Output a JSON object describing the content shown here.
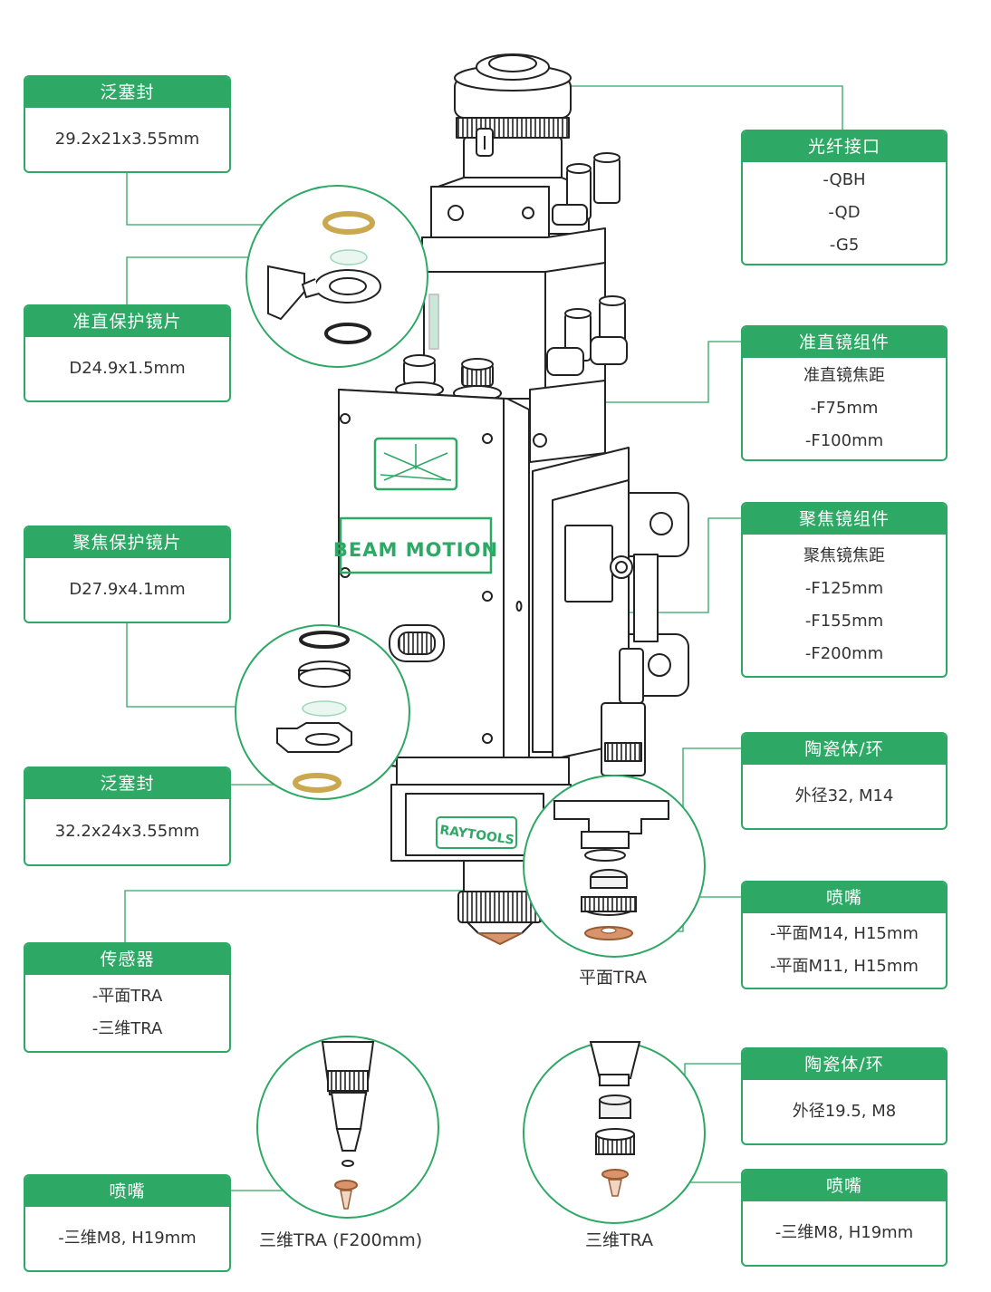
{
  "brand": {
    "panel_logo": "BEAM MOTION",
    "nozzle_logo": "RAYTOOLS"
  },
  "accent_color": "#2ea865",
  "cards": [
    {
      "id": "seal-top",
      "title": "泛塞封",
      "lines": [
        "29.2x21x3.55mm"
      ]
    },
    {
      "id": "collimator-lens",
      "title": "准直保护镜片",
      "lines": [
        "D24.9x1.5mm"
      ]
    },
    {
      "id": "focus-lens",
      "title": "聚焦保护镜片",
      "lines": [
        "D27.9x4.1mm"
      ]
    },
    {
      "id": "seal-bottom",
      "title": "泛塞封",
      "lines": [
        "32.2x24x3.55mm"
      ]
    },
    {
      "id": "sensor",
      "title": "传感器",
      "lines": [
        "-平面TRA",
        "-三维TRA"
      ]
    },
    {
      "id": "nozzle-left",
      "title": "喷嘴",
      "lines": [
        "-三维M8, H19mm"
      ]
    },
    {
      "id": "fiber-interface",
      "title": "光纤接口",
      "lines": [
        "-QBH",
        "-QD",
        "-G5"
      ]
    },
    {
      "id": "collimator-assembly",
      "title": "准直镜组件",
      "lines": [
        "准直镜焦距",
        "-F75mm",
        "-F100mm"
      ]
    },
    {
      "id": "focus-assembly",
      "title": "聚焦镜组件",
      "lines": [
        "聚焦镜焦距",
        "-F125mm",
        "-F155mm",
        "-F200mm"
      ]
    },
    {
      "id": "ceramic-1",
      "title": "陶瓷体/环",
      "lines": [
        "外径32, M14"
      ]
    },
    {
      "id": "nozzle-1",
      "title": "喷嘴",
      "lines": [
        "-平面M14, H15mm",
        "-平面M11, H15mm"
      ]
    },
    {
      "id": "ceramic-2",
      "title": "陶瓷体/环",
      "lines": [
        "外径19.5, M8"
      ]
    },
    {
      "id": "nozzle-2",
      "title": "喷嘴",
      "lines": [
        "-三维M8, H19mm"
      ]
    }
  ],
  "captions": {
    "flat_tra": "平面TRA",
    "tra_3d_f200": "三维TRA (F200mm)",
    "tra_3d": "三维TRA"
  }
}
